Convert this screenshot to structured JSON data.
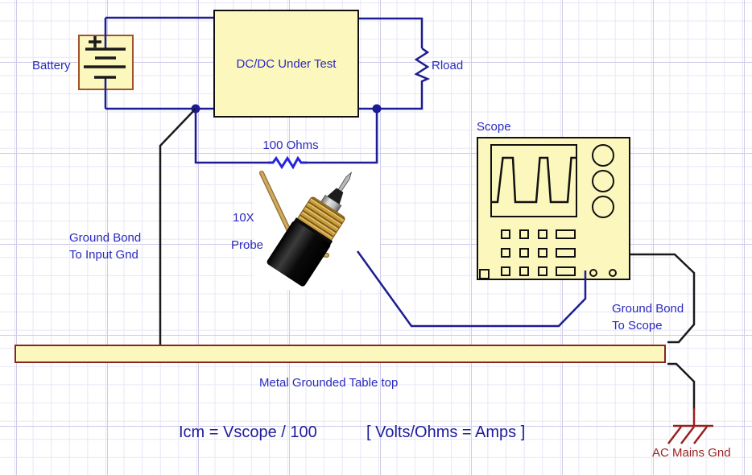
{
  "diagram": {
    "labels": {
      "battery": "Battery",
      "dcdc": "DC/DC Under Test",
      "rload": "Rload",
      "shunt": "100 Ohms",
      "probe_line1": "10X",
      "probe_line2": "Probe",
      "scope": "Scope",
      "gnd_bond_input_line1": "Ground Bond",
      "gnd_bond_input_line2": "To Input Gnd",
      "gnd_bond_scope_line1": "Ground Bond",
      "gnd_bond_scope_line2": "To Scope",
      "table": "Metal Grounded Table top",
      "ac_mains": "AC Mains Gnd"
    },
    "formula": {
      "equation": "Icm = Vscope / 100",
      "units": "[ Volts/Ohms = Amps ]"
    },
    "colors": {
      "wire": "#1c1c94",
      "resistor": "#2424dd",
      "label_text": "#2a2ac0",
      "formula_text": "#1d1d9c",
      "component_fill": "#fbf7bd",
      "battery_border": "#a0522d",
      "table_border": "#8b2323",
      "ground_red": "#9b1f1f",
      "black_line": "#1a1a1a"
    }
  }
}
